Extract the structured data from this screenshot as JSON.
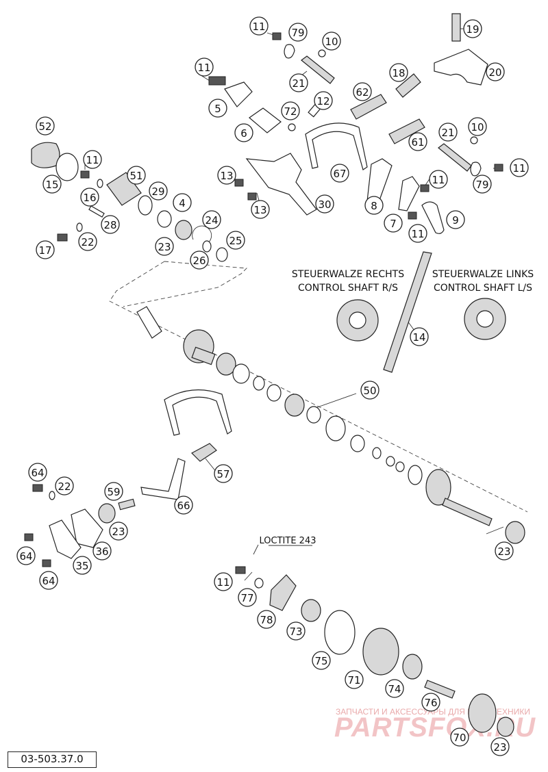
{
  "drawing_number": "03-503.37.0",
  "captions": {
    "right_de": "STEUERWALZE RECHTS",
    "right_en": "CONTROL SHAFT R/S",
    "left_de": "STEUERWALZE LINKS",
    "left_en": "CONTROL SHAFT L/S",
    "loctite": "LOCTITE 243"
  },
  "watermark": {
    "line1": "ЗАПЧАСТИ И АКСЕССУАРЫ ДЛЯ МОТОТЕХНИКИ",
    "line2": "PARTSFOX.RU"
  },
  "callouts": [
    {
      "label": "11"
    },
    {
      "label": "79"
    },
    {
      "label": "10"
    },
    {
      "label": "19"
    },
    {
      "label": "20"
    },
    {
      "label": "11"
    },
    {
      "label": "21"
    },
    {
      "label": "18"
    },
    {
      "label": "62"
    },
    {
      "label": "12"
    },
    {
      "label": "5"
    },
    {
      "label": "72"
    },
    {
      "label": "6"
    },
    {
      "label": "21"
    },
    {
      "label": "10"
    },
    {
      "label": "61"
    },
    {
      "label": "52"
    },
    {
      "label": "11"
    },
    {
      "label": "67"
    },
    {
      "label": "13"
    },
    {
      "label": "51"
    },
    {
      "label": "15"
    },
    {
      "label": "16"
    },
    {
      "label": "29"
    },
    {
      "label": "13"
    },
    {
      "label": "30"
    },
    {
      "label": "11"
    },
    {
      "label": "79"
    },
    {
      "label": "11"
    },
    {
      "label": "4"
    },
    {
      "label": "8"
    },
    {
      "label": "28"
    },
    {
      "label": "24"
    },
    {
      "label": "7"
    },
    {
      "label": "9"
    },
    {
      "label": "17"
    },
    {
      "label": "22"
    },
    {
      "label": "23"
    },
    {
      "label": "25"
    },
    {
      "label": "26"
    },
    {
      "label": "11"
    },
    {
      "label": "14"
    },
    {
      "label": "50"
    },
    {
      "label": "64"
    },
    {
      "label": "22"
    },
    {
      "label": "59"
    },
    {
      "label": "57"
    },
    {
      "label": "66"
    },
    {
      "label": "23"
    },
    {
      "label": "64"
    },
    {
      "label": "36"
    },
    {
      "label": "35"
    },
    {
      "label": "23"
    },
    {
      "label": "64"
    },
    {
      "label": "11"
    },
    {
      "label": "77"
    },
    {
      "label": "78"
    },
    {
      "label": "73"
    },
    {
      "label": "75"
    },
    {
      "label": "71"
    },
    {
      "label": "74"
    },
    {
      "label": "76"
    },
    {
      "label": "70"
    },
    {
      "label": "23"
    }
  ]
}
